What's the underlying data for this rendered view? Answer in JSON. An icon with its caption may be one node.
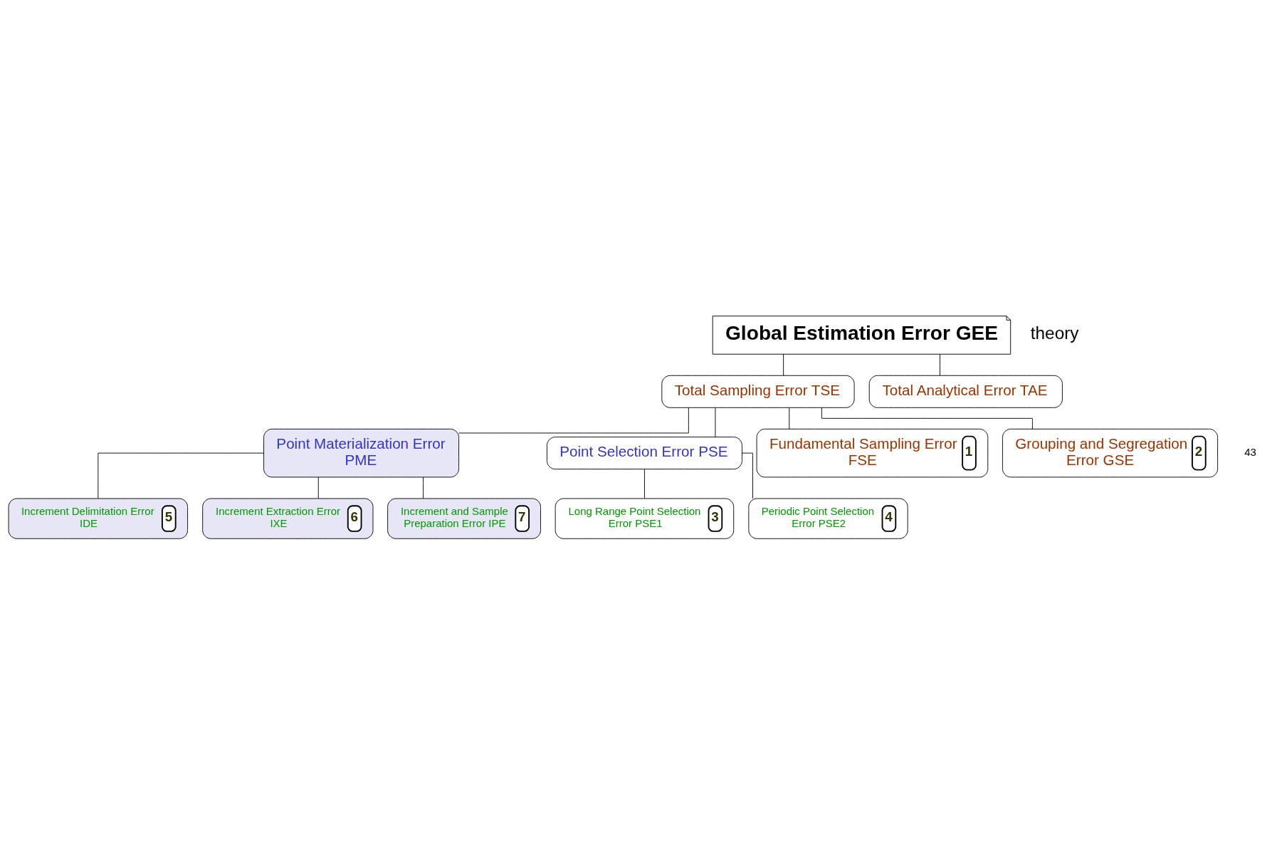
{
  "diagram": {
    "nodes": [
      {
        "text": [
          "Global Estimation Error GEE"
        ]
      },
      {
        "text": [
          "Total Sampling Error TSE"
        ]
      },
      {
        "text": [
          "Total Analytical Error TAE"
        ]
      },
      {
        "text": [
          "Point Materialization Error PME"
        ]
      },
      {
        "text": [
          "Increment Delimitation Error IDE",
          "5"
        ]
      },
      {
        "text": [
          "Increment Extraction Error IXE",
          "6"
        ]
      },
      {
        "text": [
          "Increment and Sample Preparation Error IPE",
          "7"
        ]
      },
      {
        "text": [
          "Point Selection Error PSE"
        ]
      },
      {
        "text": [
          "Long Range Point Selection Error PSE1",
          "3"
        ]
      },
      {
        "text": [
          "Periodic Point Selection Error PSE2",
          "4"
        ]
      },
      {
        "text": [
          "Fundamental Sampling Error FSE",
          "1"
        ]
      },
      {
        "text": [
          "Grouping and Segregation Error GSE",
          "2"
        ]
      }
    ],
    "edges": [
      {
        "from": 0,
        "to": 1,
        "arrow": "none"
      },
      {
        "from": 0,
        "to": 2,
        "arrow": "none"
      },
      {
        "from": 1,
        "to": 3,
        "arrow": "none"
      },
      {
        "from": 3,
        "to": 4,
        "arrow": "none"
      },
      {
        "from": 3,
        "to": 5,
        "arrow": "none"
      },
      {
        "from": 3,
        "to": 6,
        "arrow": "none"
      },
      {
        "from": 1,
        "to": 7,
        "arrow": "none"
      },
      {
        "from": 7,
        "to": 8,
        "arrow": "none"
      },
      {
        "from": 7,
        "to": 9,
        "arrow": "none"
      },
      {
        "from": 1,
        "to": 10,
        "arrow": "none"
      },
      {
        "from": 1,
        "to": 11,
        "arrow": "none"
      }
    ],
    "labels": [
      "theory",
      "43"
    ]
  }
}
